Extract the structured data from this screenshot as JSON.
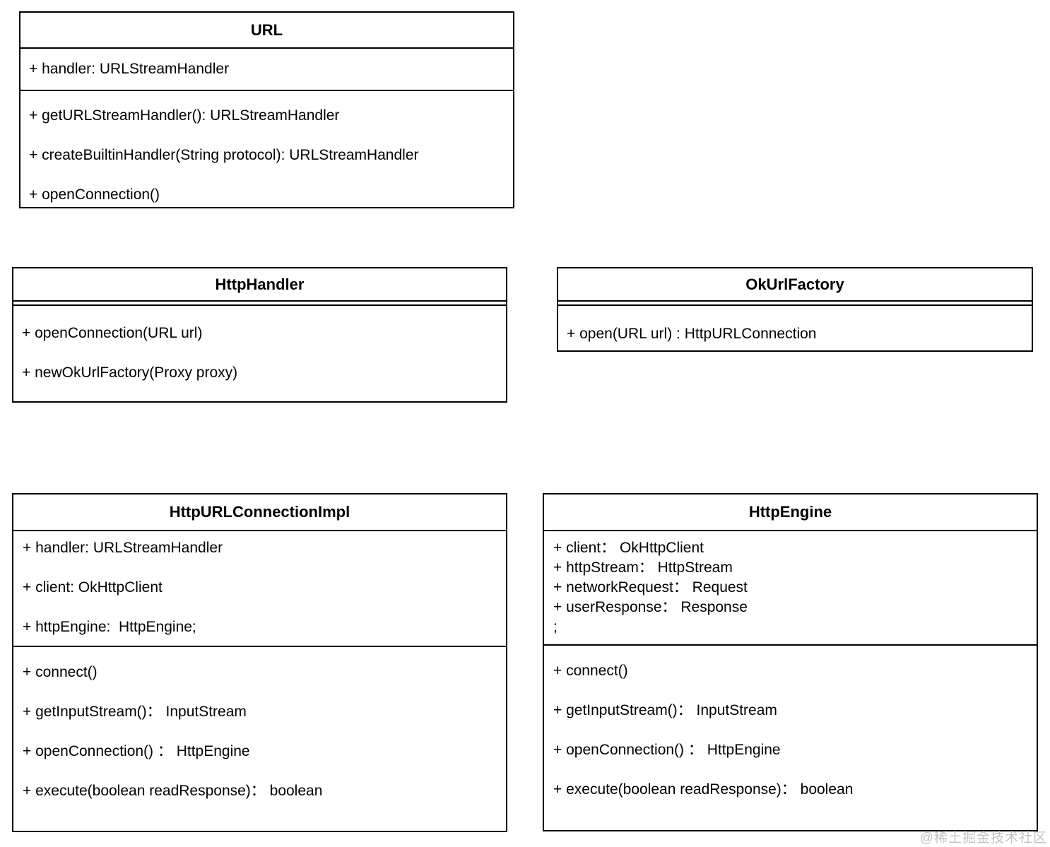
{
  "page": {
    "background_color": "#ffffff",
    "border_color": "#000000",
    "text_color": "#000000",
    "watermark": "@稀土掘金技术社区",
    "watermark_color": "#c3c3c3"
  },
  "diagram_type": "uml-class-diagram",
  "classes": [
    {
      "name": "URL",
      "attributes": [
        "+ handler: URLStreamHandler"
      ],
      "methods": [
        "+ getURLStreamHandler(): URLStreamHandler",
        "+ createBuiltinHandler(String protocol): URLStreamHandler",
        "+ openConnection()"
      ]
    },
    {
      "name": "HttpHandler",
      "attributes": [],
      "methods": [
        "+ openConnection(URL url)",
        "+ newOkUrlFactory(Proxy proxy)"
      ]
    },
    {
      "name": "OkUrlFactory",
      "attributes": [],
      "methods": [
        "+ open(URL url) : HttpURLConnection"
      ]
    },
    {
      "name": "HttpURLConnectionImpl",
      "attributes": [
        "+ handler: URLStreamHandler",
        "+ client: OkHttpClient",
        "+ httpEngine:  HttpEngine;"
      ],
      "methods": [
        "+ connect()",
        "+ getInputStream()： InputStream",
        "+ openConnection() ： HttpEngine",
        "+ execute(boolean readResponse)： boolean"
      ]
    },
    {
      "name": "HttpEngine",
      "attributes": [
        "+ client： OkHttpClient",
        "+ httpStream： HttpStream",
        "+ networkRequest： Request",
        "+ userResponse： Response",
        ";"
      ],
      "methods": [
        "+ connect()",
        "+ getInputStream()： InputStream",
        "+ openConnection() ： HttpEngine",
        "+ execute(boolean readResponse)： boolean"
      ]
    }
  ]
}
